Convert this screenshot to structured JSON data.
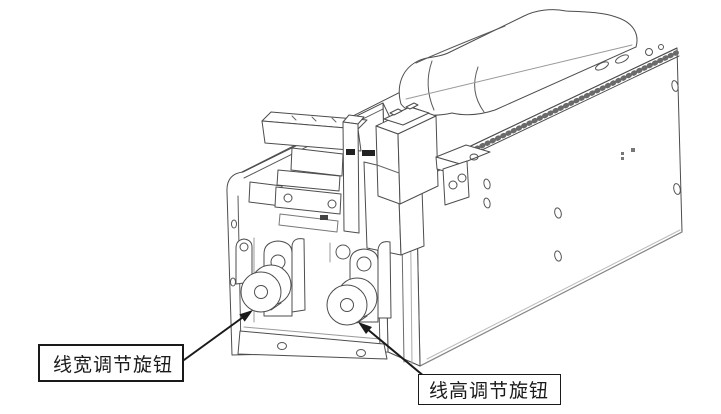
{
  "figure": {
    "type": "technical-line-drawing",
    "background_color": "#ffffff",
    "line_color": "#4d4d4d",
    "callout_border_color": "#1a1a1a",
    "callouts": [
      {
        "label": "线宽调节旋钮",
        "target": "left-knob",
        "position": "bottom-left"
      },
      {
        "label": "线高调节旋钮",
        "target": "right-knob",
        "position": "bottom-right"
      }
    ]
  }
}
